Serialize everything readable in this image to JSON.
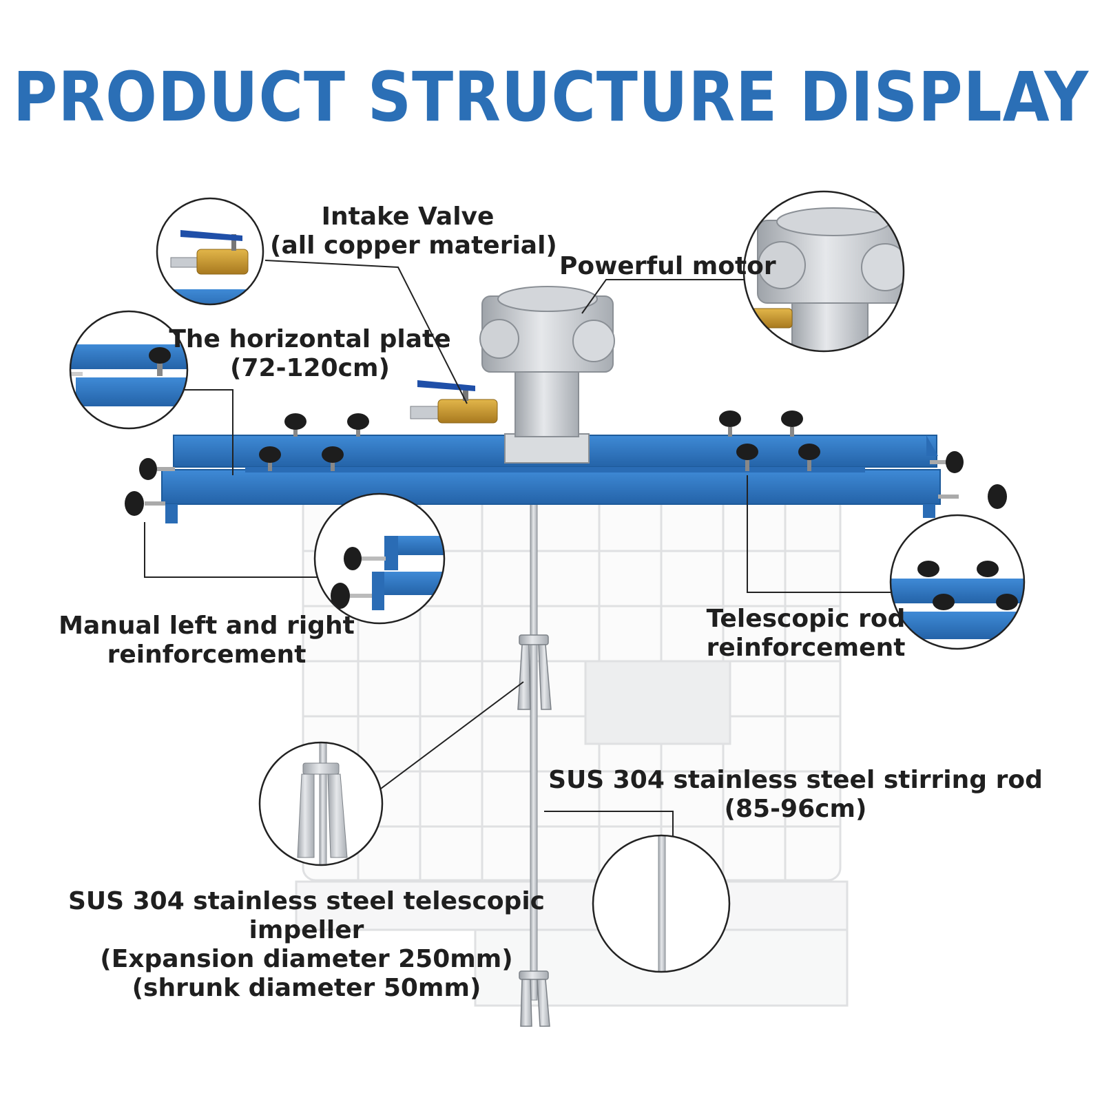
{
  "title": "PRODUCT STRUCTURE DISPLAY",
  "colors": {
    "title": "#2b6fb6",
    "frame": "#2f78c4",
    "frame_dark": "#1d5a9a",
    "label_text": "#1f1f1f",
    "metal": "#c9cdd2",
    "brass": "#c9972e"
  },
  "labels": {
    "intake_valve": {
      "line1": "Intake Valve",
      "line2": "(all copper material)"
    },
    "powerful_motor": {
      "line1": "Powerful motor"
    },
    "horizontal_plate": {
      "line1": "The horizontal plate",
      "line2": "(72-120cm)"
    },
    "manual_reinforcement": {
      "line1": "Manual left and right",
      "line2": "reinforcement"
    },
    "telescopic_rod": {
      "line1": "Telescopic rod",
      "line2": "reinforcement"
    },
    "stirring_rod": {
      "line1": "SUS 304 stainless steel stirring rod",
      "line2": "(85-96cm)"
    },
    "impeller": {
      "line1": "SUS 304 stainless steel telescopic",
      "line2": "impeller",
      "line3": "(Expansion diameter 250mm)",
      "line4": "(shrunk diameter 50mm)"
    }
  }
}
